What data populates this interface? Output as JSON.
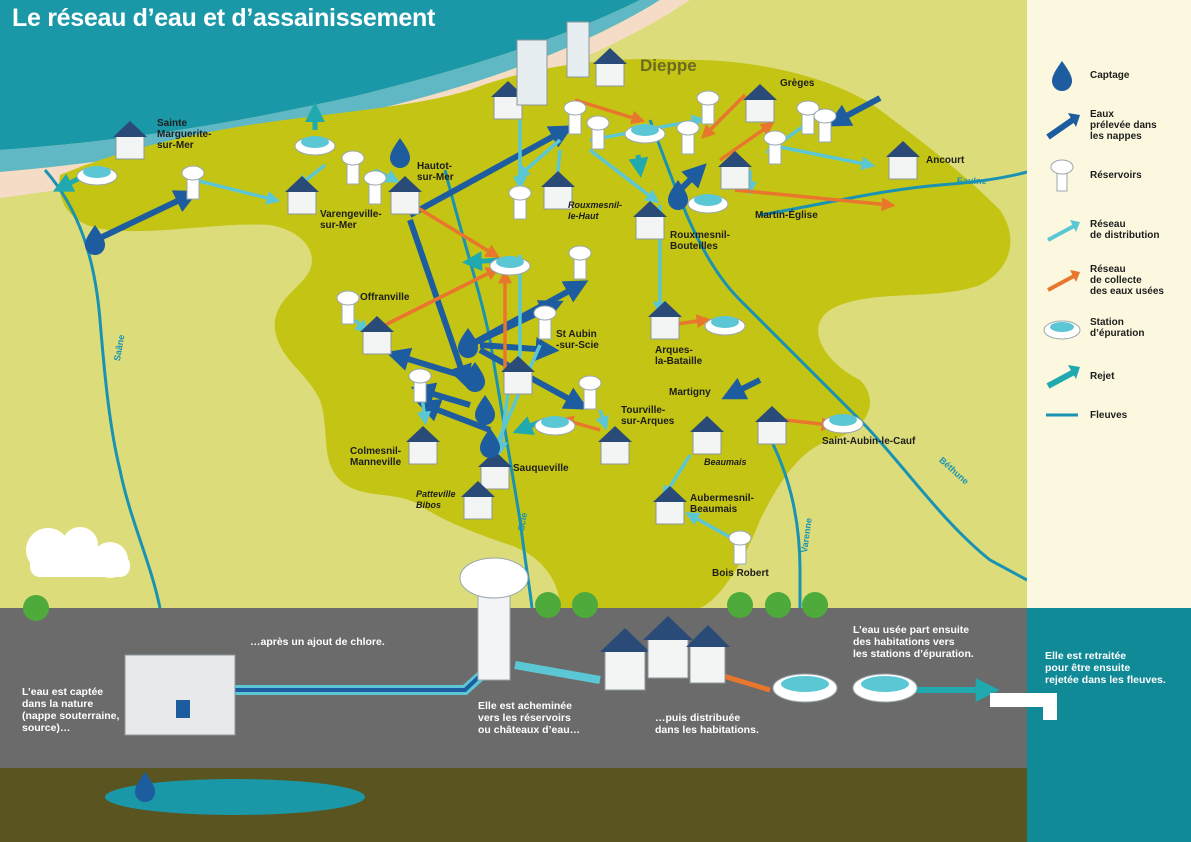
{
  "title": "Le réseau d’eau et d’assainissement",
  "map": {
    "city": "Dieppe",
    "places": [
      {
        "id": "sainte-marguerite",
        "name": "Sainte\nMarguerite-\nsur-Mer",
        "italic": false
      },
      {
        "id": "hautot",
        "name": "Hautot-\nsur-Mer",
        "italic": false
      },
      {
        "id": "varengeville",
        "name": "Varengeville-\nsur-Mer",
        "italic": false
      },
      {
        "id": "greges",
        "name": "Grèges",
        "italic": false
      },
      {
        "id": "ancourt",
        "name": "Ancourt",
        "italic": false
      },
      {
        "id": "rouxmesnil-haut",
        "name": "Rouxmesnil-\nle-Haut",
        "italic": true
      },
      {
        "id": "martin-eglise",
        "name": "Martin-Église",
        "italic": false
      },
      {
        "id": "rouxmesnil-bouteilles",
        "name": "Rouxmesnil-\nBouteilles",
        "italic": false
      },
      {
        "id": "offranville",
        "name": "Offranville",
        "italic": false
      },
      {
        "id": "st-aubin-scie",
        "name": "St Aubin\n-sur-Scie",
        "italic": false
      },
      {
        "id": "arques",
        "name": "Arques-\nla-Bataille",
        "italic": false
      },
      {
        "id": "martigny",
        "name": "Martigny",
        "italic": false
      },
      {
        "id": "tourville",
        "name": "Tourville-\nsur-Arques",
        "italic": false
      },
      {
        "id": "colmesnil",
        "name": "Colmesnil-\nManneville",
        "italic": false
      },
      {
        "id": "sauqueville",
        "name": "Sauqueville",
        "italic": false
      },
      {
        "id": "saint-aubin-cauf",
        "name": "Saint-Aubin-le-Cauf",
        "italic": false
      },
      {
        "id": "beaumais",
        "name": "Beaumais",
        "italic": true
      },
      {
        "id": "patteville",
        "name": "Patteville\nBibos",
        "italic": true
      },
      {
        "id": "aubermesnil",
        "name": "Aubermesnil-\nBeaumais",
        "italic": false
      },
      {
        "id": "bois-robert",
        "name": "Bois Robert",
        "italic": false
      }
    ],
    "rivers": [
      "Saâne",
      "Scie",
      "Eaulne",
      "Béthune",
      "Varenne"
    ]
  },
  "legend": [
    {
      "id": "captage",
      "label": "Captage",
      "icon": "drop-icon"
    },
    {
      "id": "eaux-prelevees",
      "label": "Eaux\nprélevée dans\nles nappes",
      "icon": "blue-arrow-icon"
    },
    {
      "id": "reservoirs",
      "label": "Réservoirs",
      "icon": "water-tower-icon"
    },
    {
      "id": "distribution",
      "label": "Réseau\nde distribution",
      "icon": "cyan-arrow-icon"
    },
    {
      "id": "collecte",
      "label": "Réseau\nde collecte\ndes eaux usées",
      "icon": "orange-arrow-icon"
    },
    {
      "id": "station",
      "label": "Station\nd’épuration",
      "icon": "treatment-plant-icon"
    },
    {
      "id": "rejet",
      "label": "Rejet",
      "icon": "teal-arrow-icon"
    },
    {
      "id": "fleuves",
      "label": "Fleuves",
      "icon": "river-line-icon"
    }
  ],
  "process": [
    {
      "id": "step-captage",
      "text": "L’eau est captée\ndans la nature\n(nappe souterraine,\nsource)…"
    },
    {
      "id": "step-chlore",
      "text": "…après un ajout de chlore."
    },
    {
      "id": "step-acheminee",
      "text": "Elle est acheminée\nvers les réservoirs\nou châteaux d’eau…"
    },
    {
      "id": "step-distribuee",
      "text": "…puis distribuée\ndans les habitations."
    },
    {
      "id": "step-usee",
      "text": "L’eau usée part ensuite\ndes habitations vers\nles stations d’épuration."
    },
    {
      "id": "step-retraitee",
      "text": "Elle est retraitée\npour être ensuite\nrejetée dans les fleuves."
    }
  ],
  "colors": {
    "sea": "#1b98a8",
    "land": "#dcdc7a",
    "network-area": "#c4c415",
    "captage": "#1d5c9e",
    "distribution": "#5cc7d4",
    "collecte": "#e8762d",
    "rejet": "#20a9ae",
    "legend-bg": "#fbf8df",
    "ground": "#6b6b6b",
    "soil": "#5a5420"
  }
}
